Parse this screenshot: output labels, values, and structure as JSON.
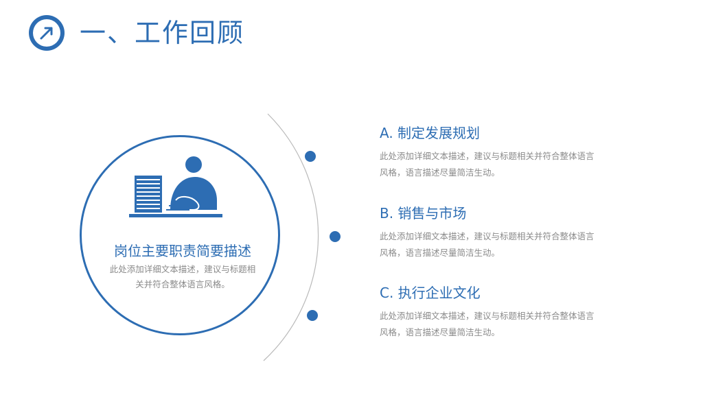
{
  "header": {
    "title": "一、工作回顾",
    "icon": "arrow-up-right-icon"
  },
  "center": {
    "heading": "岗位主要职责简要描述",
    "description": "此处添加详细文本描述，建议与标题相关并符合整体语言风格。",
    "icon": "person-at-desk-icon"
  },
  "items": [
    {
      "title": "A. 制定发展规划",
      "description": "此处添加详细文本描述，建议与标题相关并符合整体语言风格，语言描述尽量简洁生动。"
    },
    {
      "title": "B. 销售与市场",
      "description": "此处添加详细文本描述，建议与标题相关并符合整体语言风格，语言描述尽量简洁生动。"
    },
    {
      "title": "C. 执行企业文化",
      "description": "此处添加详细文本描述，建议与标题相关并符合整体语言风格，语言描述尽量简洁生动。"
    }
  ],
  "colors": {
    "accent": "#2d6db3",
    "text_muted": "#8a8a8a",
    "arc": "#b9b9b9"
  }
}
